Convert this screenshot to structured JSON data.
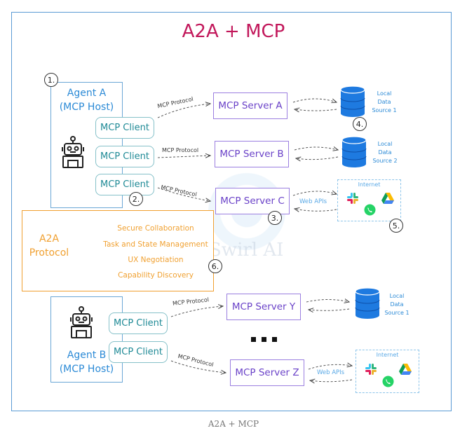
{
  "title": "A2A + MCP",
  "caption": "A2A + MCP",
  "watermark": "Swirl AI",
  "colors": {
    "title": "#c2185b",
    "agent_border": "#6ba7d6",
    "agent_text": "#2b8ad6",
    "client_text": "#1f8a96",
    "server_text": "#6a42c8",
    "a2a": "#f0a030",
    "database": "#1e7ae0"
  },
  "agent_a": {
    "label_line1": "Agent A",
    "label_line2": "(MCP Host)",
    "clients": [
      "MCP Client",
      "MCP Client",
      "MCP Client"
    ],
    "icon": "robot-icon"
  },
  "agent_b": {
    "label_line1": "Agent B",
    "label_line2": "(MCP Host)",
    "clients": [
      "MCP Client",
      "MCP Client"
    ],
    "icon": "robot-icon"
  },
  "servers": {
    "a": "MCP Server A",
    "b": "MCP Server B",
    "c": "MCP Server C",
    "y": "MCP Server Y",
    "z": "MCP Server Z"
  },
  "protocol_label": "MCP Protocol",
  "web_apis_label": "Web APIs",
  "data_sources": {
    "ds1": [
      "Local",
      "Data",
      "Source 1"
    ],
    "ds2": [
      "Local",
      "Data",
      "Source 2"
    ],
    "ds3": [
      "Local",
      "Data",
      "Source 1"
    ]
  },
  "internet_label": "Internet",
  "internet_icons": [
    "slack-icon",
    "google-drive-icon",
    "whatsapp-icon"
  ],
  "a2a": {
    "title_line1": "A2A",
    "title_line2": "Protocol",
    "capabilities": [
      "Secure Collaboration",
      "Task and State Management",
      "UX Negotiation",
      "Capability Discovery"
    ]
  },
  "markers": [
    "1.",
    "2.",
    "3.",
    "4.",
    "5.",
    "6."
  ],
  "ellipsis": "..."
}
